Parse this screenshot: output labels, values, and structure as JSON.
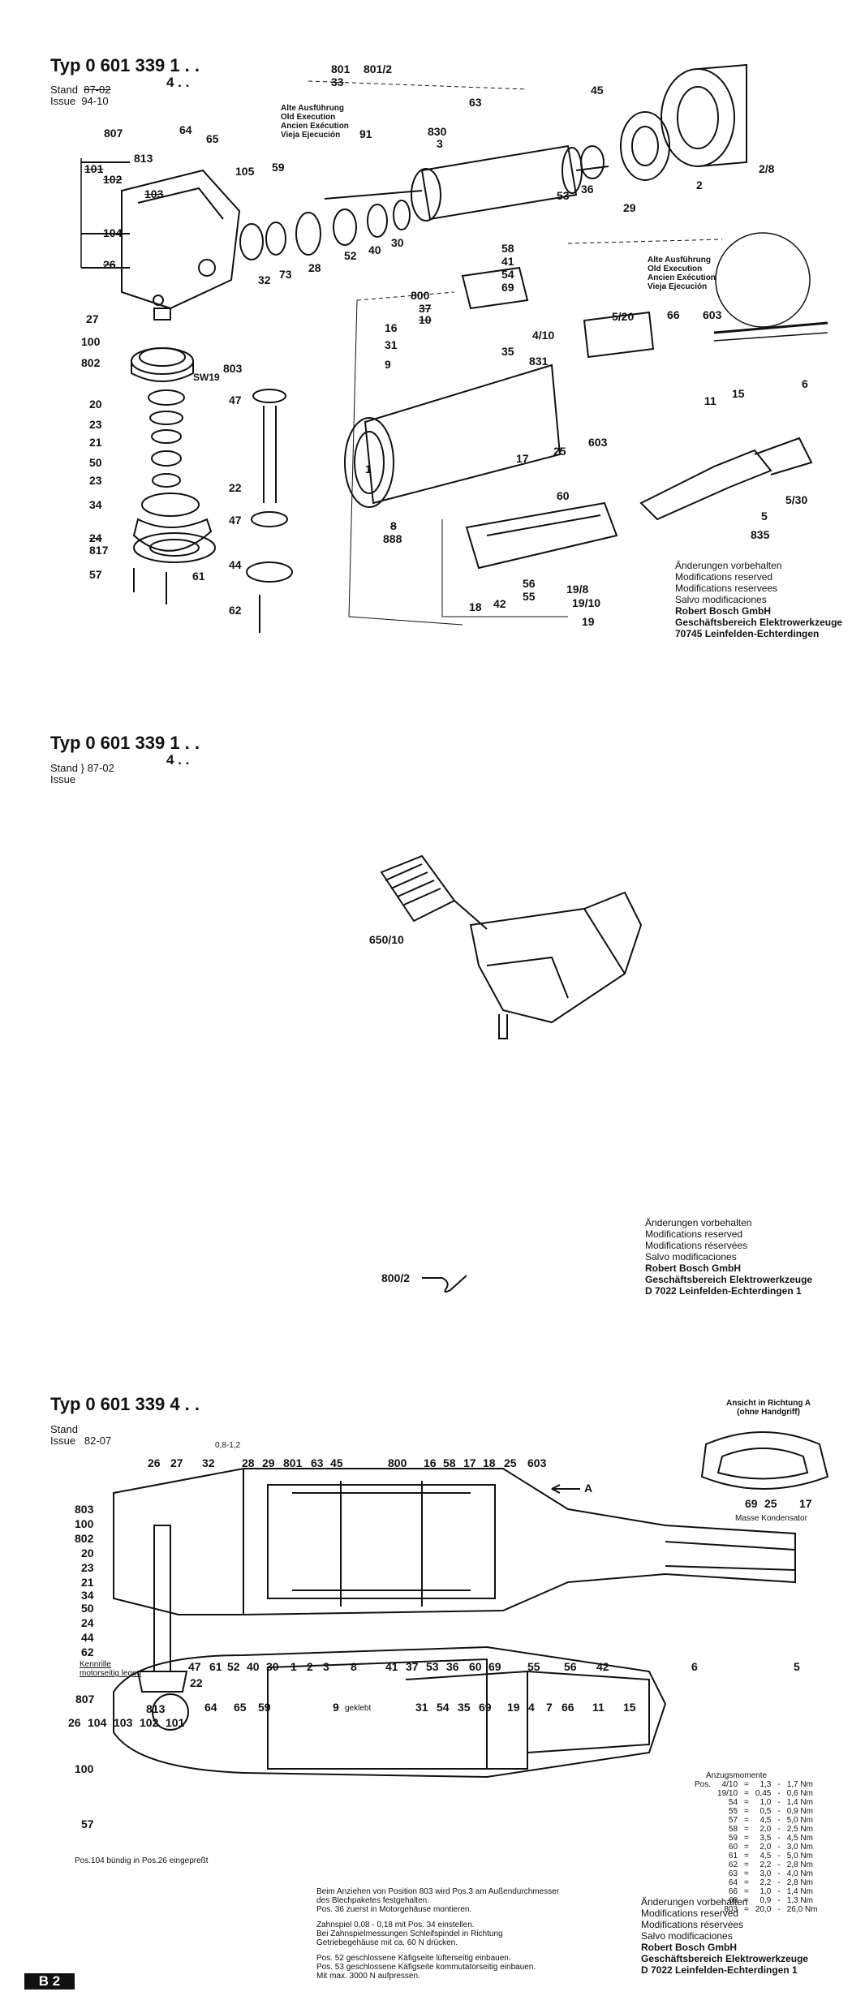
{
  "section1": {
    "typ": "Typ",
    "typ_number": "0 601 339 1 . .",
    "typ_suffix": "4 . .",
    "stand_label": "Stand",
    "stand_value": "87-02",
    "issue_label": "Issue",
    "issue_value": "94-10",
    "old_execution": [
      "Alte Ausführung",
      "Old Execution",
      "Ancien Exécution",
      "Vieja Ejecución"
    ],
    "old_execution_2": [
      "Alte Ausführung",
      "Old Execution",
      "Ancien Exécution",
      "Vieja Ejecución"
    ],
    "sw_label": "SW19",
    "notice": [
      "Änderungen vorbehalten",
      "Modifications reserved",
      "Modifications reservees",
      "Salvo modificaciones"
    ],
    "company": [
      "Robert Bosch GmbH",
      "Geschäftsbereich Elektrowerkzeuge",
      "70745 Leinfelden-Echterdingen"
    ],
    "part_labels": [
      "801",
      "801/2",
      "33",
      "91",
      "63",
      "45",
      "830",
      "3",
      "807",
      "64",
      "65",
      "813",
      "101",
      "102",
      "103",
      "104",
      "26",
      "105",
      "59",
      "53",
      "36",
      "29",
      "2",
      "2/8",
      "32",
      "73",
      "28",
      "52",
      "40",
      "30",
      "58",
      "41",
      "54",
      "69",
      "800",
      "37",
      "10",
      "16",
      "31",
      "35",
      "9",
      "27",
      "100",
      "802",
      "803",
      "20",
      "23",
      "21",
      "50",
      "34",
      "24",
      "817",
      "57",
      "61",
      "47",
      "22",
      "44",
      "62",
      "4/10",
      "5/20",
      "66",
      "603",
      "831",
      "11",
      "15",
      "6",
      "17",
      "25",
      "1",
      "8",
      "888",
      "60",
      "5/30",
      "5",
      "835",
      "18",
      "42",
      "56",
      "55",
      "19/8",
      "19/10",
      "19"
    ]
  },
  "section2": {
    "typ": "Typ",
    "typ_number": "0 601 339 1 . .",
    "typ_suffix": "4 . .",
    "stand_label": "Stand",
    "issue_label": "Issue",
    "stand_value": "87-02",
    "handle_label": "650/10",
    "clip_label": "800/2",
    "notice": [
      "Änderungen vorbehalten",
      "Modifications reserved",
      "Modifications réservées",
      "Salvo modificaciones"
    ],
    "company": [
      "Robert Bosch GmbH",
      "Geschäftsbereich Elektrowerkzeuge",
      "D 7022 Leinfelden-Echterdingen 1"
    ]
  },
  "section3": {
    "typ": "Typ",
    "typ_number": "0 601 339 4 . .",
    "stand_label": "Stand",
    "issue_label": "Issue",
    "stand_value": "82-07",
    "view_title": [
      "Ansicht in Richtung A",
      "(ohne Handgriff)"
    ],
    "view_labels": [
      "69",
      "25",
      "17"
    ],
    "capacitor": "Masse Kondensator",
    "gap_label": "0,8-1,2",
    "arrow_label": "A",
    "kennrille": [
      "Kennrille",
      "motorseitig legen"
    ],
    "top_labels": [
      "26",
      "27",
      "32",
      "28",
      "29",
      "801",
      "63",
      "45",
      "800",
      "16",
      "58",
      "17",
      "18",
      "25",
      "603"
    ],
    "left_labels": [
      "803",
      "100",
      "802",
      "20",
      "23",
      "21",
      "34",
      "50",
      "24",
      "44",
      "62"
    ],
    "bottom_labels": [
      "47",
      "61",
      "52",
      "40",
      "30",
      "1",
      "2",
      "3",
      "8",
      "41",
      "37",
      "53",
      "36",
      "60",
      "69",
      "55",
      "56",
      "42",
      "6",
      "5",
      "22"
    ],
    "lower_labels": [
      "807",
      "813",
      "64",
      "65",
      "59",
      "9",
      "geklebt",
      "31",
      "54",
      "35",
      "69",
      "19",
      "4",
      "7",
      "66",
      "11",
      "15",
      "26",
      "104",
      "103",
      "102",
      "101",
      "100",
      "57"
    ],
    "pos_note": "Pos.104 bündig in Pos.26 eingepreßt",
    "torque_title": "Anzugsmomente",
    "torque": [
      [
        "Pos.",
        "4/10",
        "=",
        "1,3",
        "-",
        "1,7 Nm"
      ],
      [
        "",
        "19/10",
        "=",
        "0,45",
        "-",
        "0,6 Nm"
      ],
      [
        "",
        "54",
        "=",
        "1,0",
        "-",
        "1,4 Nm"
      ],
      [
        "",
        "55",
        "=",
        "0,5",
        "-",
        "0,9 Nm"
      ],
      [
        "",
        "57",
        "=",
        "4,5",
        "-",
        "5,0 Nm"
      ],
      [
        "",
        "58",
        "=",
        "2,0",
        "-",
        "2,5 Nm"
      ],
      [
        "",
        "59",
        "=",
        "3,5",
        "-",
        "4,5 Nm"
      ],
      [
        "",
        "60",
        "=",
        "2,0",
        "-",
        "3,0 Nm"
      ],
      [
        "",
        "61",
        "=",
        "4,5",
        "-",
        "5,0 Nm"
      ],
      [
        "",
        "62",
        "=",
        "2,2",
        "-",
        "2,8 Nm"
      ],
      [
        "",
        "63",
        "=",
        "3,0",
        "-",
        "4,0 Nm"
      ],
      [
        "",
        "64",
        "=",
        "2,2",
        "-",
        "2,8 Nm"
      ],
      [
        "",
        "66",
        "=",
        "1,0",
        "-",
        "1,4 Nm"
      ],
      [
        "",
        "69",
        "=",
        "0,9",
        "-",
        "1,3 Nm"
      ],
      [
        "",
        "803",
        "=",
        "20,0",
        "-",
        "26,0 Nm"
      ]
    ],
    "instructions": [
      "Beim Anziehen von Position 803 wird Pos.3 am Außendurchmesser",
      "des Blechpaketes festgehalten.",
      "Pos. 36 zuerst in Motorgehäuse montieren.",
      "Zahnspiel 0,08 - 0,18 mit Pos. 34 einstellen.",
      "Bei Zahnspielmessungen Schleifspindel in Richtung",
      "Getriebegehäuse mit ca. 60 N drücken.",
      "Pos. 52 geschlossene Käfigseite lüfterseitig einbauen.",
      "Pos. 53 geschlossene Käfigseite kommutatorseitig einbauen.",
      "Mit max. 3000 N aufpressen."
    ],
    "notice": [
      "Änderungen vorbehalten",
      "Modifications reserved",
      "Modifications réservées",
      "Salvo modificaciones"
    ],
    "company": [
      "Robert Bosch GmbH",
      "Geschäftsbereich Elektrowerkzeuge",
      "D 7022 Leinfelden-Echterdingen 1"
    ]
  },
  "footer": {
    "page_code": "B 2"
  }
}
